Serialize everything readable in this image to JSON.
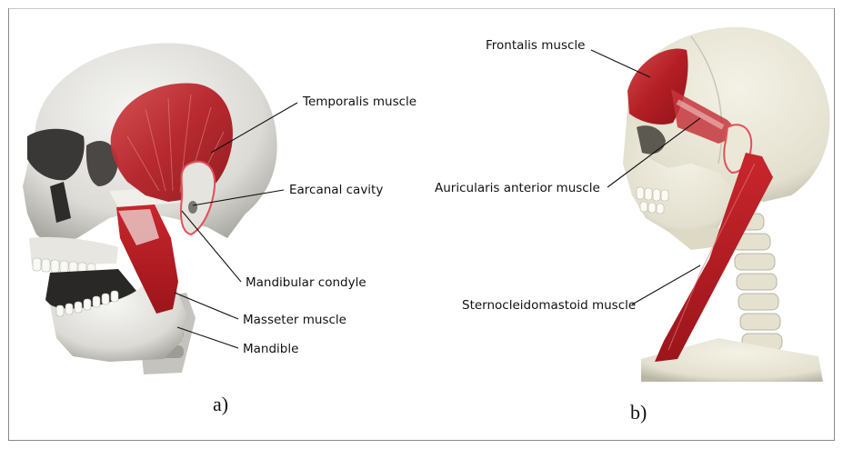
{
  "panel_a": {
    "caption": "a)",
    "labels": {
      "temporalis": "Temporalis muscle",
      "earcanal": "Earcanal cavity",
      "condyle": "Mandibular condyle",
      "masseter": "Masseter muscle",
      "mandible": "Mandible"
    }
  },
  "panel_b": {
    "caption": "b)",
    "labels": {
      "frontalis": "Frontalis muscle",
      "auricularis": "Auricularis anterior muscle",
      "sternocleido": "Sternocleidomastoid muscle"
    }
  },
  "colors": {
    "muscle": "#b7262b",
    "bone": "#ecebe6",
    "bone_shadow": "#c9c7c0",
    "ear_outline": "#e0505a",
    "leader_line": "#111111"
  }
}
